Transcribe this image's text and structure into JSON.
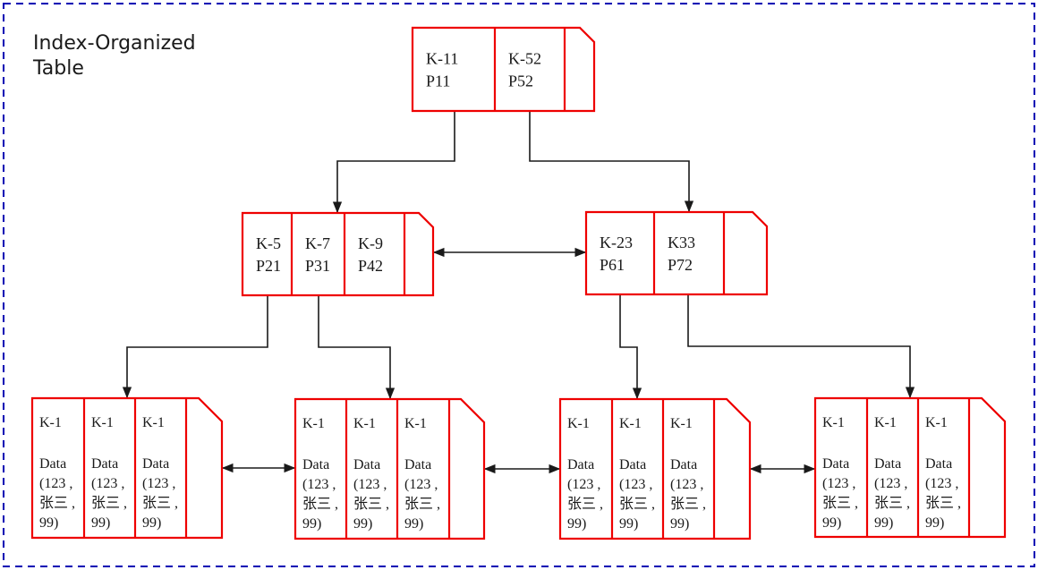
{
  "title": [
    "Index-Organized",
    "Table"
  ],
  "colors": {
    "node_border": "#ee0000",
    "frame_border": "#0000b4",
    "edge": "#1a1a1a"
  },
  "root": {
    "cells": [
      {
        "key": "K-11",
        "pointer": "P11"
      },
      {
        "key": "K-52",
        "pointer": "P52"
      }
    ]
  },
  "internal_nodes": [
    {
      "cells": [
        {
          "key": "K-5",
          "pointer": "P21"
        },
        {
          "key": "K-7",
          "pointer": "P31"
        },
        {
          "key": "K-9",
          "pointer": "P42"
        }
      ]
    },
    {
      "cells": [
        {
          "key": "K-23",
          "pointer": "P61"
        },
        {
          "key": "K33",
          "pointer": "P72"
        }
      ]
    }
  ],
  "leaf_nodes": [
    {
      "cells": [
        {
          "key": "K-1",
          "data": [
            "Data",
            "(123 ,",
            "张三 ,",
            "99)"
          ]
        },
        {
          "key": "K-1",
          "data": [
            "Data",
            "(123 ,",
            "张三 ,",
            "99)"
          ]
        },
        {
          "key": "K-1",
          "data": [
            "Data",
            "(123 ,",
            "张三 ,",
            "99)"
          ]
        }
      ]
    },
    {
      "cells": [
        {
          "key": "K-1",
          "data": [
            "Data",
            "(123 ,",
            "张三 ,",
            "99)"
          ]
        },
        {
          "key": "K-1",
          "data": [
            "Data",
            "(123 ,",
            "张三 ,",
            "99)"
          ]
        },
        {
          "key": "K-1",
          "data": [
            "Data",
            "(123 ,",
            "张三 ,",
            "99)"
          ]
        }
      ]
    },
    {
      "cells": [
        {
          "key": "K-1",
          "data": [
            "Data",
            "(123 ,",
            "张三 ,",
            "99)"
          ]
        },
        {
          "key": "K-1",
          "data": [
            "Data",
            "(123 ,",
            "张三 ,",
            "99)"
          ]
        },
        {
          "key": "K-1",
          "data": [
            "Data",
            "(123 ,",
            "张三 ,",
            "99)"
          ]
        }
      ]
    },
    {
      "cells": [
        {
          "key": "K-1",
          "data": [
            "Data",
            "(123 ,",
            "张三 ,",
            "99)"
          ]
        },
        {
          "key": "K-1",
          "data": [
            "Data",
            "(123 ,",
            "张三 ,",
            "99)"
          ]
        },
        {
          "key": "K-1",
          "data": [
            "Data",
            "(123 ,",
            "张三 ,",
            "99)"
          ]
        }
      ]
    }
  ],
  "edges": [
    {
      "from": "root.0",
      "to": "internal.0",
      "type": "pointer"
    },
    {
      "from": "root.1",
      "to": "internal.1",
      "type": "pointer"
    },
    {
      "from": "internal.0.0",
      "to": "leaf.0",
      "type": "pointer"
    },
    {
      "from": "internal.0.1",
      "to": "leaf.1",
      "type": "pointer"
    },
    {
      "from": "internal.1.0",
      "to": "leaf.2",
      "type": "pointer"
    },
    {
      "from": "internal.1.1",
      "to": "leaf.3",
      "type": "pointer"
    },
    {
      "from": "internal.0",
      "to": "internal.1",
      "type": "sibling-bidirectional"
    },
    {
      "from": "leaf.0",
      "to": "leaf.1",
      "type": "sibling-bidirectional"
    },
    {
      "from": "leaf.1",
      "to": "leaf.2",
      "type": "sibling-bidirectional"
    },
    {
      "from": "leaf.2",
      "to": "leaf.3",
      "type": "sibling-bidirectional"
    }
  ]
}
